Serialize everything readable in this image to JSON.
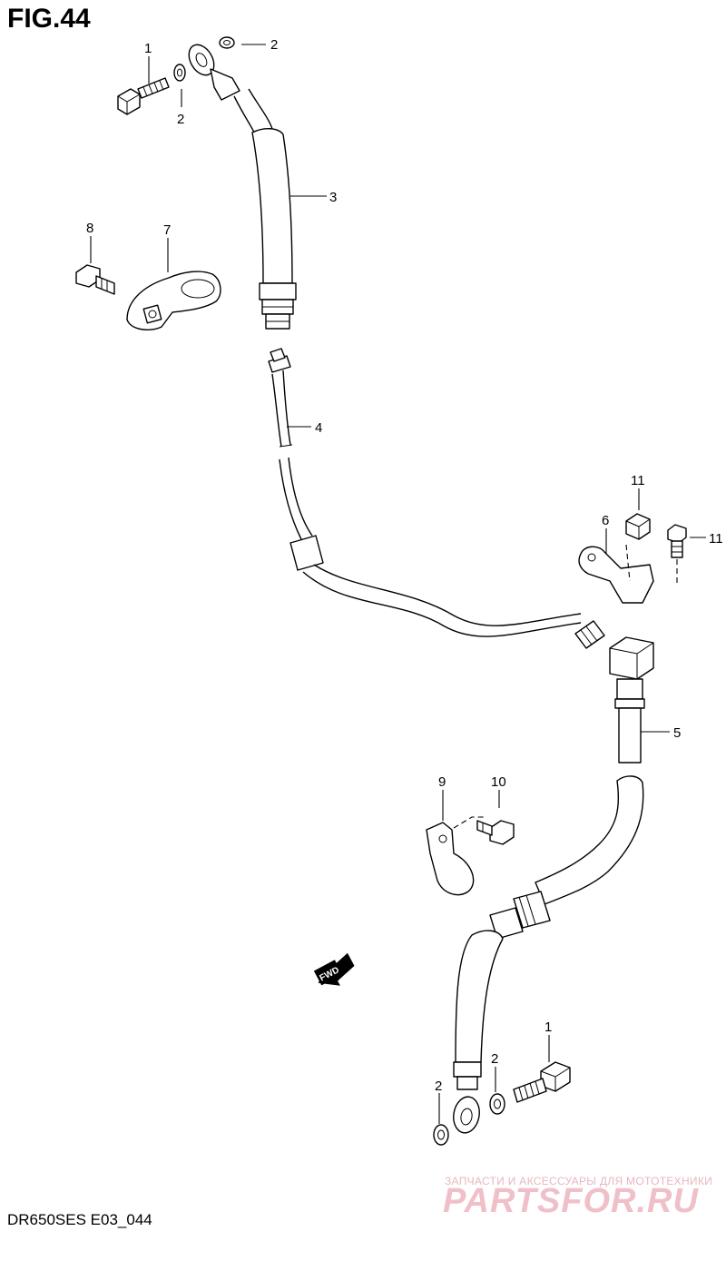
{
  "figure": {
    "title": "FIG.44"
  },
  "footer": {
    "model_code": "DR650SES E03_044"
  },
  "watermark": {
    "subtitle": "ЗАПЧАСТИ И АКСЕССУАРЫ ДЛЯ МОТОТЕХНИКИ",
    "logo": "PARTSFOR.RU",
    "color": "#f0c0c8"
  },
  "direction_arrow": {
    "label": "FWD",
    "icon": "fwd-arrow-icon"
  },
  "callouts": [
    {
      "id": "c1a",
      "label": "1"
    },
    {
      "id": "c2a",
      "label": "2"
    },
    {
      "id": "c2b",
      "label": "2"
    },
    {
      "id": "c3",
      "label": "3"
    },
    {
      "id": "c8",
      "label": "8"
    },
    {
      "id": "c7",
      "label": "7"
    },
    {
      "id": "c4",
      "label": "4"
    },
    {
      "id": "c11a",
      "label": "11"
    },
    {
      "id": "c6",
      "label": "6"
    },
    {
      "id": "c11b",
      "label": "11"
    },
    {
      "id": "c5",
      "label": "5"
    },
    {
      "id": "c9",
      "label": "9"
    },
    {
      "id": "c10",
      "label": "10"
    },
    {
      "id": "c1b",
      "label": "1"
    },
    {
      "id": "c2c",
      "label": "2"
    },
    {
      "id": "c2d",
      "label": "2"
    }
  ]
}
